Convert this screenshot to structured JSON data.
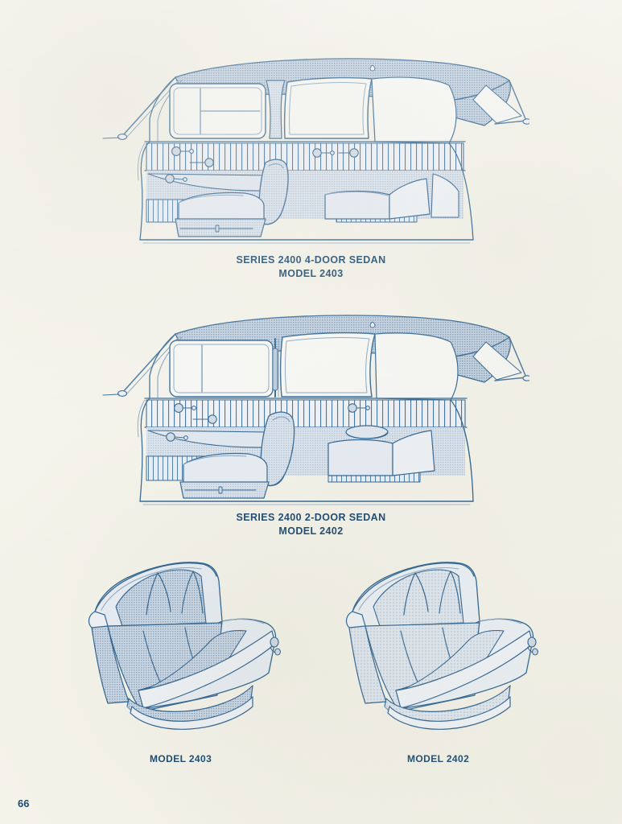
{
  "page": {
    "folio": "66",
    "paper_color": "#f4f3ea",
    "ink_color": "#17476f",
    "tone_mid": "#9fb4cb",
    "tone_light": "#cfdae6",
    "tone_pale": "#e2e9f1"
  },
  "figures": [
    {
      "id": "fig-4door",
      "name": "series-2400-4-door-sedan-interior",
      "caption_line1": "SERIES 2400 4-DOOR SEDAN",
      "caption_line2": "MODEL 2403",
      "body_style": "4-door sedan",
      "view": "interior side cutaway",
      "features": [
        "halftone headliner",
        "front and rear door windows with B-pillar",
        "vertically pleated door panels",
        "window crank and door handle hardware",
        "front bench seat with folded seatback",
        "rear bench seat"
      ]
    },
    {
      "id": "fig-2door",
      "name": "series-2400-2-door-sedan-interior",
      "caption_line1": "SERIES 2400 2-DOOR SEDAN",
      "caption_line2": "MODEL 2402",
      "body_style": "2-door sedan",
      "view": "interior side cutaway",
      "features": [
        "halftone headliner",
        "single long door window with center post",
        "vertically pleated door panels",
        "window crank and door handle hardware",
        "front bench seat with tilting seatback",
        "oval rear quarter armrest"
      ]
    }
  ],
  "seats": [
    {
      "id": "seat-2403",
      "name": "seat-assembly-model-2403",
      "caption": "MODEL 2403",
      "view": "three-quarter front",
      "description": "front bench seat, textured inserts with smooth bolsters"
    },
    {
      "id": "seat-2402",
      "name": "seat-assembly-model-2402",
      "caption": "MODEL 2402",
      "view": "three-quarter front",
      "description": "front bench seat, textured inserts with smooth bolsters"
    }
  ]
}
